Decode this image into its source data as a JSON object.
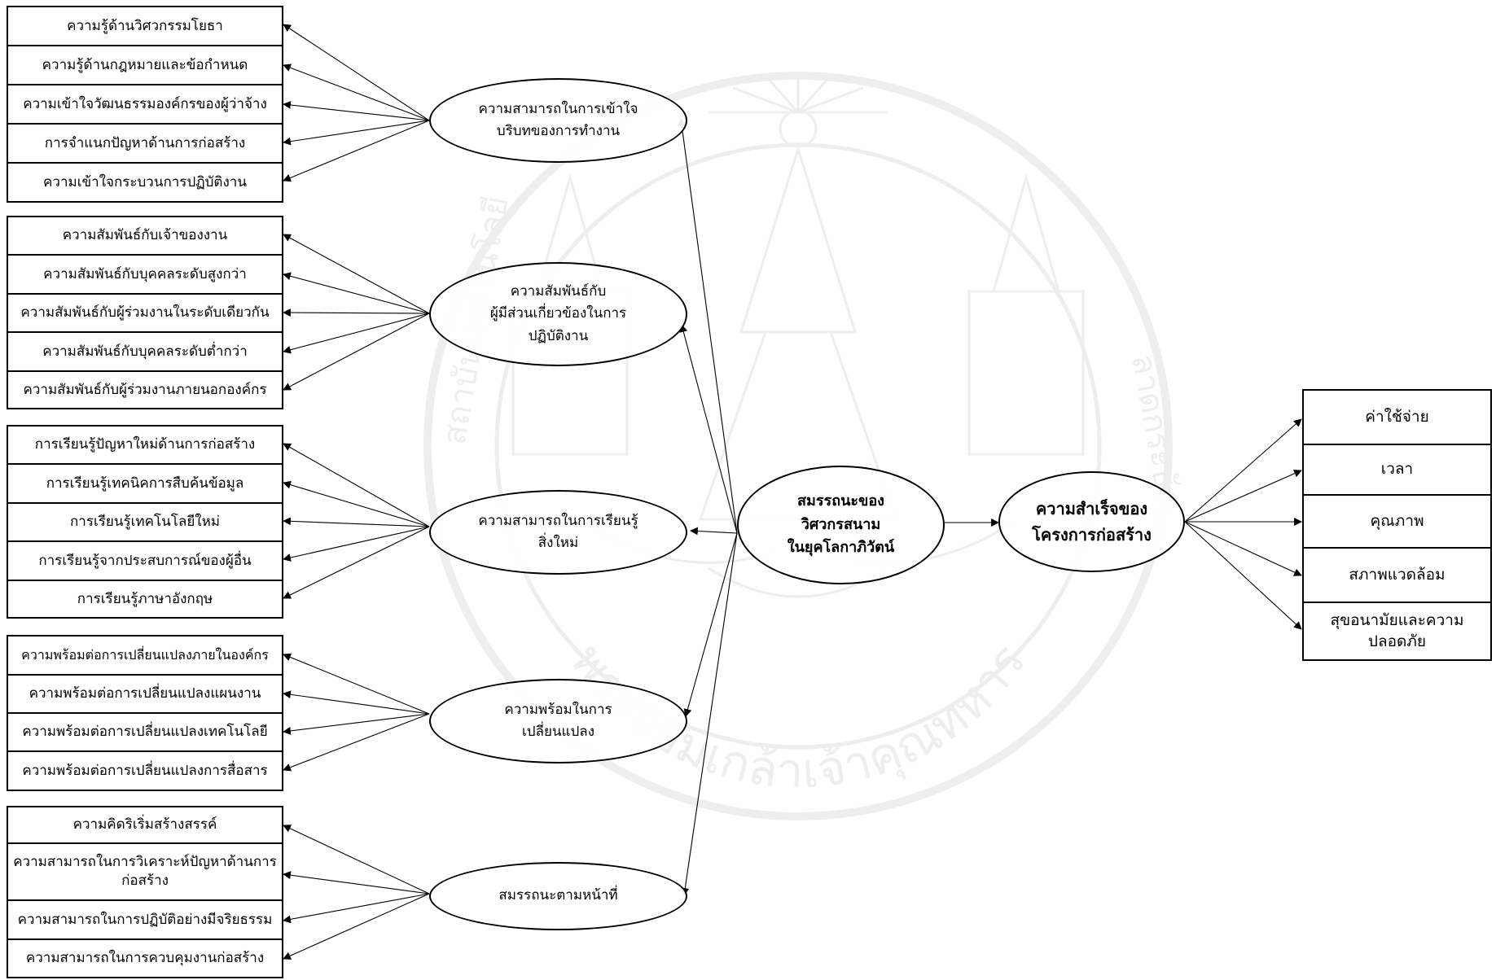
{
  "center": {
    "main": [
      "สมรรถนะของ",
      "วิศวกรสนาม",
      "ในยุคโลกาภิวัตน์"
    ],
    "outcome": [
      "ความสำเร็จของ",
      "โครงการก่อสร้าง"
    ]
  },
  "groups": [
    {
      "ellipse": [
        "ความสามารถในการเข้าใจ",
        "บริบทของการทำงาน"
      ],
      "items": [
        [
          "ความรู้ด้านวิศวกรรมโยธา"
        ],
        [
          "ความรู้ด้านกฎหมายและข้อกำหนด"
        ],
        [
          "ความเข้าใจวัฒนธรรมองค์กรของผู้ว่าจ้าง"
        ],
        [
          "การจำแนกปัญหาด้านการก่อสร้าง"
        ],
        [
          "ความเข้าใจกระบวนการปฏิบัติงาน"
        ]
      ]
    },
    {
      "ellipse": [
        "ความสัมพันธ์กับ",
        "ผู้มีส่วนเกี่ยวข้องในการ",
        "ปฏิบัติงาน"
      ],
      "items": [
        [
          "ความสัมพันธ์กับเจ้าของงาน"
        ],
        [
          "ความสัมพันธ์กับบุคคลระดับสูงกว่า"
        ],
        [
          "ความสัมพันธ์กับผู้ร่วมงานในระดับเดียวกัน"
        ],
        [
          "ความสัมพันธ์กับบุคคลระดับต่ำกว่า"
        ],
        [
          "ความสัมพันธ์กับผู้ร่วมงานภายนอกองค์กร"
        ]
      ]
    },
    {
      "ellipse": [
        "ความสามารถในการเรียนรู้",
        "สิ่งใหม่"
      ],
      "items": [
        [
          "การเรียนรู้ปัญหาใหม่ด้านการก่อสร้าง"
        ],
        [
          "การเรียนรู้เทคนิคการสืบค้นข้อมูล"
        ],
        [
          "การเรียนรู้เทคโนโลยีใหม่"
        ],
        [
          "การเรียนรู้จากประสบการณ์ของผู้อื่น"
        ],
        [
          "การเรียนรู้ภาษาอังกฤษ"
        ]
      ]
    },
    {
      "ellipse": [
        "ความพร้อมในการ",
        "เปลี่ยนแปลง"
      ],
      "items": [
        [
          "ความพร้อมต่อการเปลี่ยนแปลงภายในองค์กร"
        ],
        [
          "ความพร้อมต่อการเปลี่ยนแปลงแผนงาน"
        ],
        [
          "ความพร้อมต่อการเปลี่ยนแปลงเทคโนโลยี"
        ],
        [
          "ความพร้อมต่อการเปลี่ยนแปลงการสื่อสาร"
        ]
      ]
    },
    {
      "ellipse": [
        "สมรรถนะตามหน้าที่"
      ],
      "items": [
        [
          "ความคิดริเริ่มสร้างสรรค์"
        ],
        [
          "ความสามารถในการวิเคราะห์ปัญหาด้านการ",
          "ก่อสร้าง"
        ],
        [
          "ความสามารถในการปฏิบัติอย่างมีจริยธรรม"
        ],
        [
          "ความสามารถในการควบคุมงานก่อสร้าง"
        ]
      ]
    }
  ],
  "outcomes": [
    [
      "ค่าใช้จ่าย"
    ],
    [
      "เวลา"
    ],
    [
      "คุณภาพ"
    ],
    [
      "สภาพแวดล้อม"
    ],
    [
      "สุขอนามัยและความ",
      "ปลอดภัย"
    ]
  ],
  "watermark": {
    "arc_text": "พระจอมเกล้าเจ้าคุณทหาร",
    "left_text": "สถาบันเทคโนโลยี",
    "right_text": "ลาดกระบัง"
  },
  "colors": {
    "line": "#000000",
    "fill": "#ffffff",
    "watermark": "#9a9a9a"
  }
}
